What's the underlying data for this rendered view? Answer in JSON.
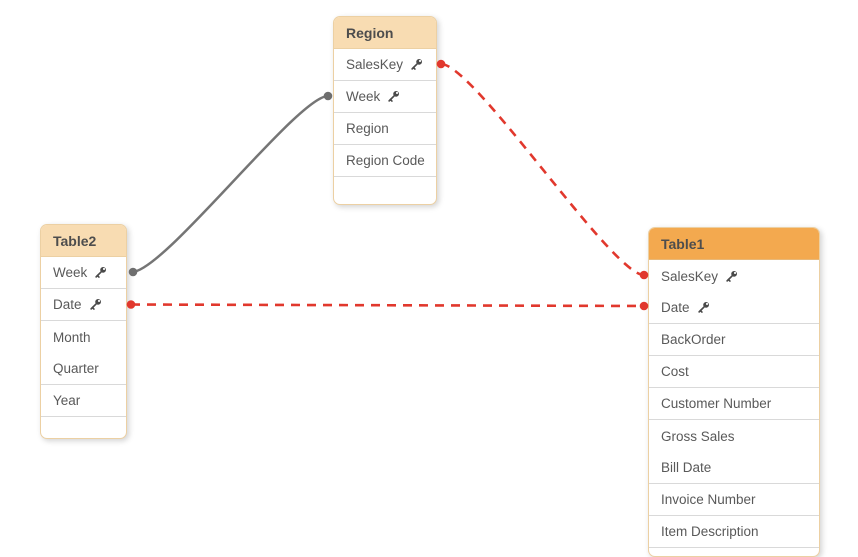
{
  "colors": {
    "background": "#ffffff",
    "table_border": "#ecd0a3",
    "header_default": "#f8dcb2",
    "header_highlighted": "#f3a94f",
    "row_separator": "#d9d9d9",
    "text": "#595959",
    "header_text": "#4d4d4d",
    "association_solid": "#757575",
    "association_broken_red": "#e1382d"
  },
  "tables": [
    {
      "title": "Region",
      "highlighted": false,
      "fields": [
        {
          "name": "SalesKey",
          "key": true
        },
        {
          "name": "Week",
          "key": true
        },
        {
          "name": "Region",
          "key": false
        },
        {
          "name": "Region Code",
          "key": false
        }
      ]
    },
    {
      "title": "Table2",
      "highlighted": false,
      "fields": [
        {
          "name": "Week",
          "key": true
        },
        {
          "name": "Date",
          "key": true
        },
        {
          "name": "Month",
          "key": false
        },
        {
          "name": "Quarter",
          "key": false
        },
        {
          "name": "Year",
          "key": false
        }
      ]
    },
    {
      "title": "Table1",
      "highlighted": true,
      "fields": [
        {
          "name": "SalesKey",
          "key": true
        },
        {
          "name": "Date",
          "key": true
        },
        {
          "name": "BackOrder",
          "key": false
        },
        {
          "name": "Cost",
          "key": false
        },
        {
          "name": "Customer Number",
          "key": false
        },
        {
          "name": "Gross Sales",
          "key": false
        },
        {
          "name": "Bill Date",
          "key": false
        },
        {
          "name": "Invoice Number",
          "key": false
        },
        {
          "name": "Item Description",
          "key": false
        }
      ]
    }
  ],
  "connections": [
    {
      "from": "Table2.Week",
      "to": "Region.Week",
      "style": "solid",
      "color": "#757575"
    },
    {
      "from": "Region.SalesKey",
      "to": "Table1.SalesKey",
      "style": "dashed",
      "color": "#e1382d"
    },
    {
      "from": "Table2.Date",
      "to": "Table1.Date",
      "style": "dashed",
      "color": "#e1382d"
    }
  ]
}
